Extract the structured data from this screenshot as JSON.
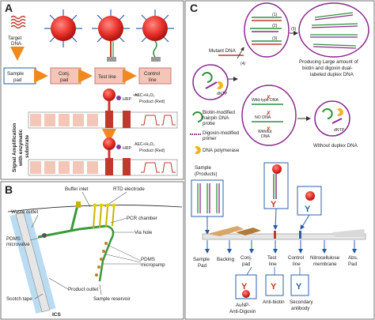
{
  "panels": {
    "a": {
      "letter": "A",
      "target_dna": "Target\nDNA",
      "target_dna_l1": "Target",
      "target_dna_l2": "DNA",
      "steps": [
        "Sample\npad",
        "Conj.\npad",
        "Test line",
        "Control\nline"
      ],
      "step_sample_l1": "Sample",
      "step_sample_l2": "pad",
      "step_conj_l1": "Conj.",
      "step_conj_l2": "pad",
      "step_test": "Test line",
      "step_control_l1": "Control",
      "step_control_l2": "line",
      "side_label_l1": "Signal Amplification",
      "side_label_l2": "with enzymatic",
      "side_label_l3": "substrate",
      "hrp": "HRP",
      "reaction": "AEC+H₂O₂",
      "product": "Product (Red)",
      "hrp2": "HRP",
      "reaction2": "AEC+H₂O₂",
      "product2": "Product (Red)"
    },
    "b": {
      "letter": "B",
      "buffer_inlet": "Buffer inlet",
      "rtd": "RTD electrode",
      "waste": "Waste outlet",
      "pcr": "PCR chamber",
      "via": "Via hole",
      "microvalve_l1": "PDMS",
      "microvalve_l2": "microvalve",
      "micropump_l1": "PDMS",
      "micropump_l2": "micropump",
      "scotch": "Scotch tape",
      "product_outlet": "Product outlet",
      "reservoir": "Sample reservoir",
      "ics": "ICS"
    },
    "c": {
      "letter": "C",
      "mutant": "Mutant DNA",
      "step1": "(1)",
      "step2": "(2)",
      "step3": "(3)",
      "step4": "(4)",
      "step5": "(5)",
      "produce_l1": "Producing Large amount of",
      "produce_l2": "biotin and digoxin dual-",
      "produce_l3": "labeled duplex DNA",
      "legend_hairpin_l1": "Biotin-modified",
      "legend_hairpin_l2": "hairpin DNA",
      "legend_hairpin_l3": "probe",
      "legend_primer_l1": "Digoxin-modified",
      "legend_primer_l2": "primer",
      "legend_pol": "DNA polymerase",
      "wildtype": "Wild-type DNA",
      "no_dna": "NO DNA",
      "without": "Without\nDNA",
      "without_l1": "Without",
      "without_l2": "DNA",
      "dntp": "dNTP",
      "dntp2": "dNTP",
      "without_duplex": "Without duplex DNA",
      "sample_l1": "Sample",
      "sample_l2": "(Products)",
      "strip_labels": [
        "Sample\nPad",
        "Backing",
        "Conj.\npad",
        "Test\nline",
        "Control\nline",
        "Nitrocellulose\nmembrane",
        "Abs.\nPad"
      ],
      "sp_l1": "Sample",
      "sp_l2": "Pad",
      "backing": "Backing",
      "cp_l1": "Conj.",
      "cp_l2": "pad",
      "tl_l1": "Test",
      "tl_l2": "line",
      "cl_l1": "Control",
      "cl_l2": "line",
      "nc_l1": "Nitrocellulose",
      "nc_l2": "membrane",
      "ap_l1": "Abs.",
      "ap_l2": "Pad",
      "aunp_l1": "AuNP-",
      "aunp_l2": "Anti-Digoxin",
      "antibiotin": "Anti-biotin",
      "sec_l1": "Secondary",
      "sec_l2": "antibody"
    }
  },
  "colors": {
    "particle": "#e8302a",
    "accent_blue": "#2c5fa8",
    "strip_tan": "#d9a66a",
    "purple": "#8b2a8f",
    "green": "#2f8f3a",
    "pad_pink": "#f3c6b8"
  }
}
